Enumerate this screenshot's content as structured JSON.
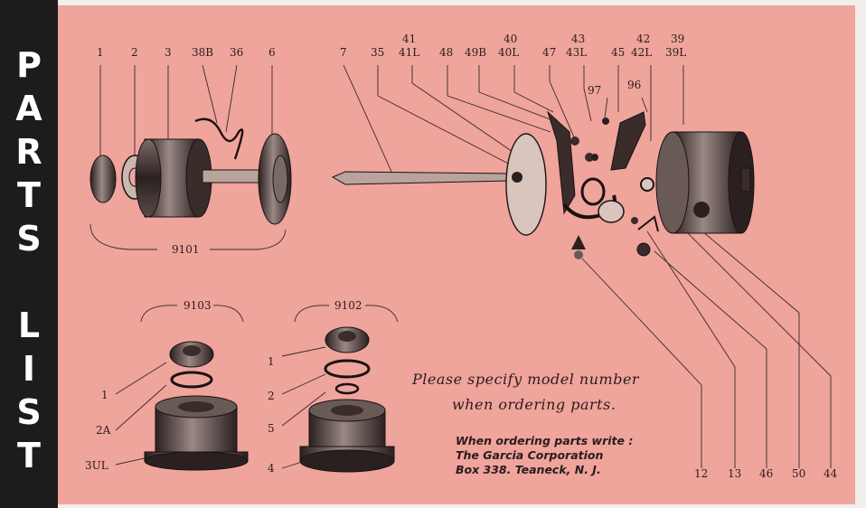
{
  "sidebar": {
    "title_letters": [
      "P",
      "A",
      "R",
      "T",
      "S",
      " ",
      "L",
      "I",
      "S",
      "T"
    ]
  },
  "diagram": {
    "part_numbers": {
      "p1_top": "1",
      "p2_top": "2",
      "p3": "3",
      "p38b": "38B",
      "p36": "36",
      "p6": "6",
      "p7": "7",
      "p35": "35",
      "p41": "41",
      "p41l": "41L",
      "p48": "48",
      "p49b": "49B",
      "p40": "40",
      "p40l": "40L",
      "p47": "47",
      "p43": "43",
      "p43l": "43L",
      "p45": "45",
      "p42": "42",
      "p42l": "42L",
      "p39": "39",
      "p39l": "39L",
      "p97": "97",
      "p96": "96",
      "p12": "12",
      "p13": "13",
      "p46": "46",
      "p50": "50",
      "p44": "44",
      "p1_9103": "1",
      "p2a": "2A",
      "p3ul": "3UL",
      "p1_9102": "1",
      "p2_9102": "2",
      "p5": "5",
      "p4": "4"
    },
    "assemblies": {
      "a9101": "9101",
      "a9103": "9103",
      "a9102": "9102"
    }
  },
  "notice": {
    "line1": "Please specify model number",
    "line2": "when ordering parts."
  },
  "address": {
    "line1": "When ordering parts write :",
    "line2": "The Garcia Corporation",
    "line3": "Box 338. Teaneck, N. J."
  }
}
